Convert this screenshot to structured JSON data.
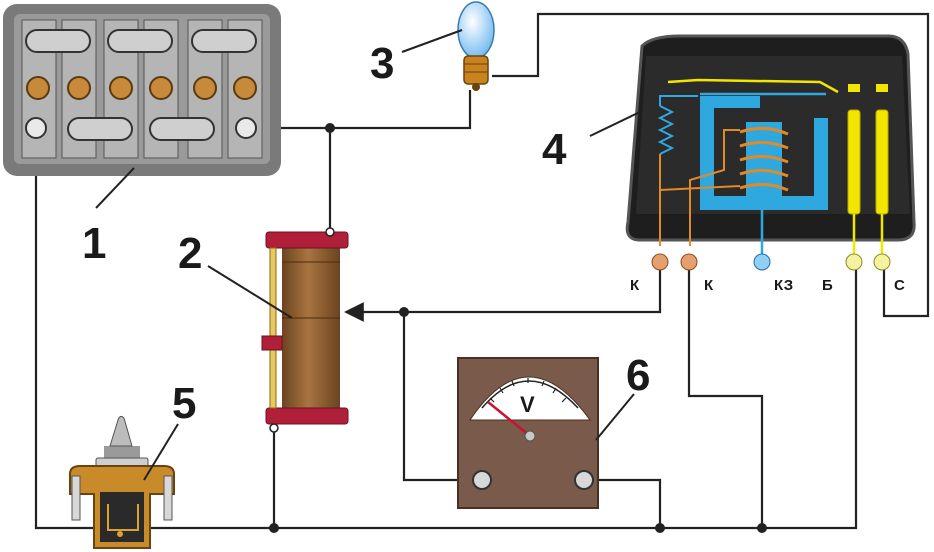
{
  "callouts": [
    "1",
    "2",
    "3",
    "4",
    "5",
    "6"
  ],
  "relay_terminals": [
    "К",
    "К",
    "КЗ",
    "Б",
    "С"
  ],
  "voltmeter_letter": "V",
  "colors": {
    "wire": "#222222",
    "fuse_box": "#7a7a7a",
    "rheostat_body": "#8b5a2b",
    "rheostat_caps": "#b0203a",
    "relay_case": "#2b2b2b",
    "relay_circuit": "#2fa8e0",
    "relay_contacts": "#f2e600",
    "voltmeter_case": "#7a5a4a",
    "lamp": "#bfe4ff"
  }
}
